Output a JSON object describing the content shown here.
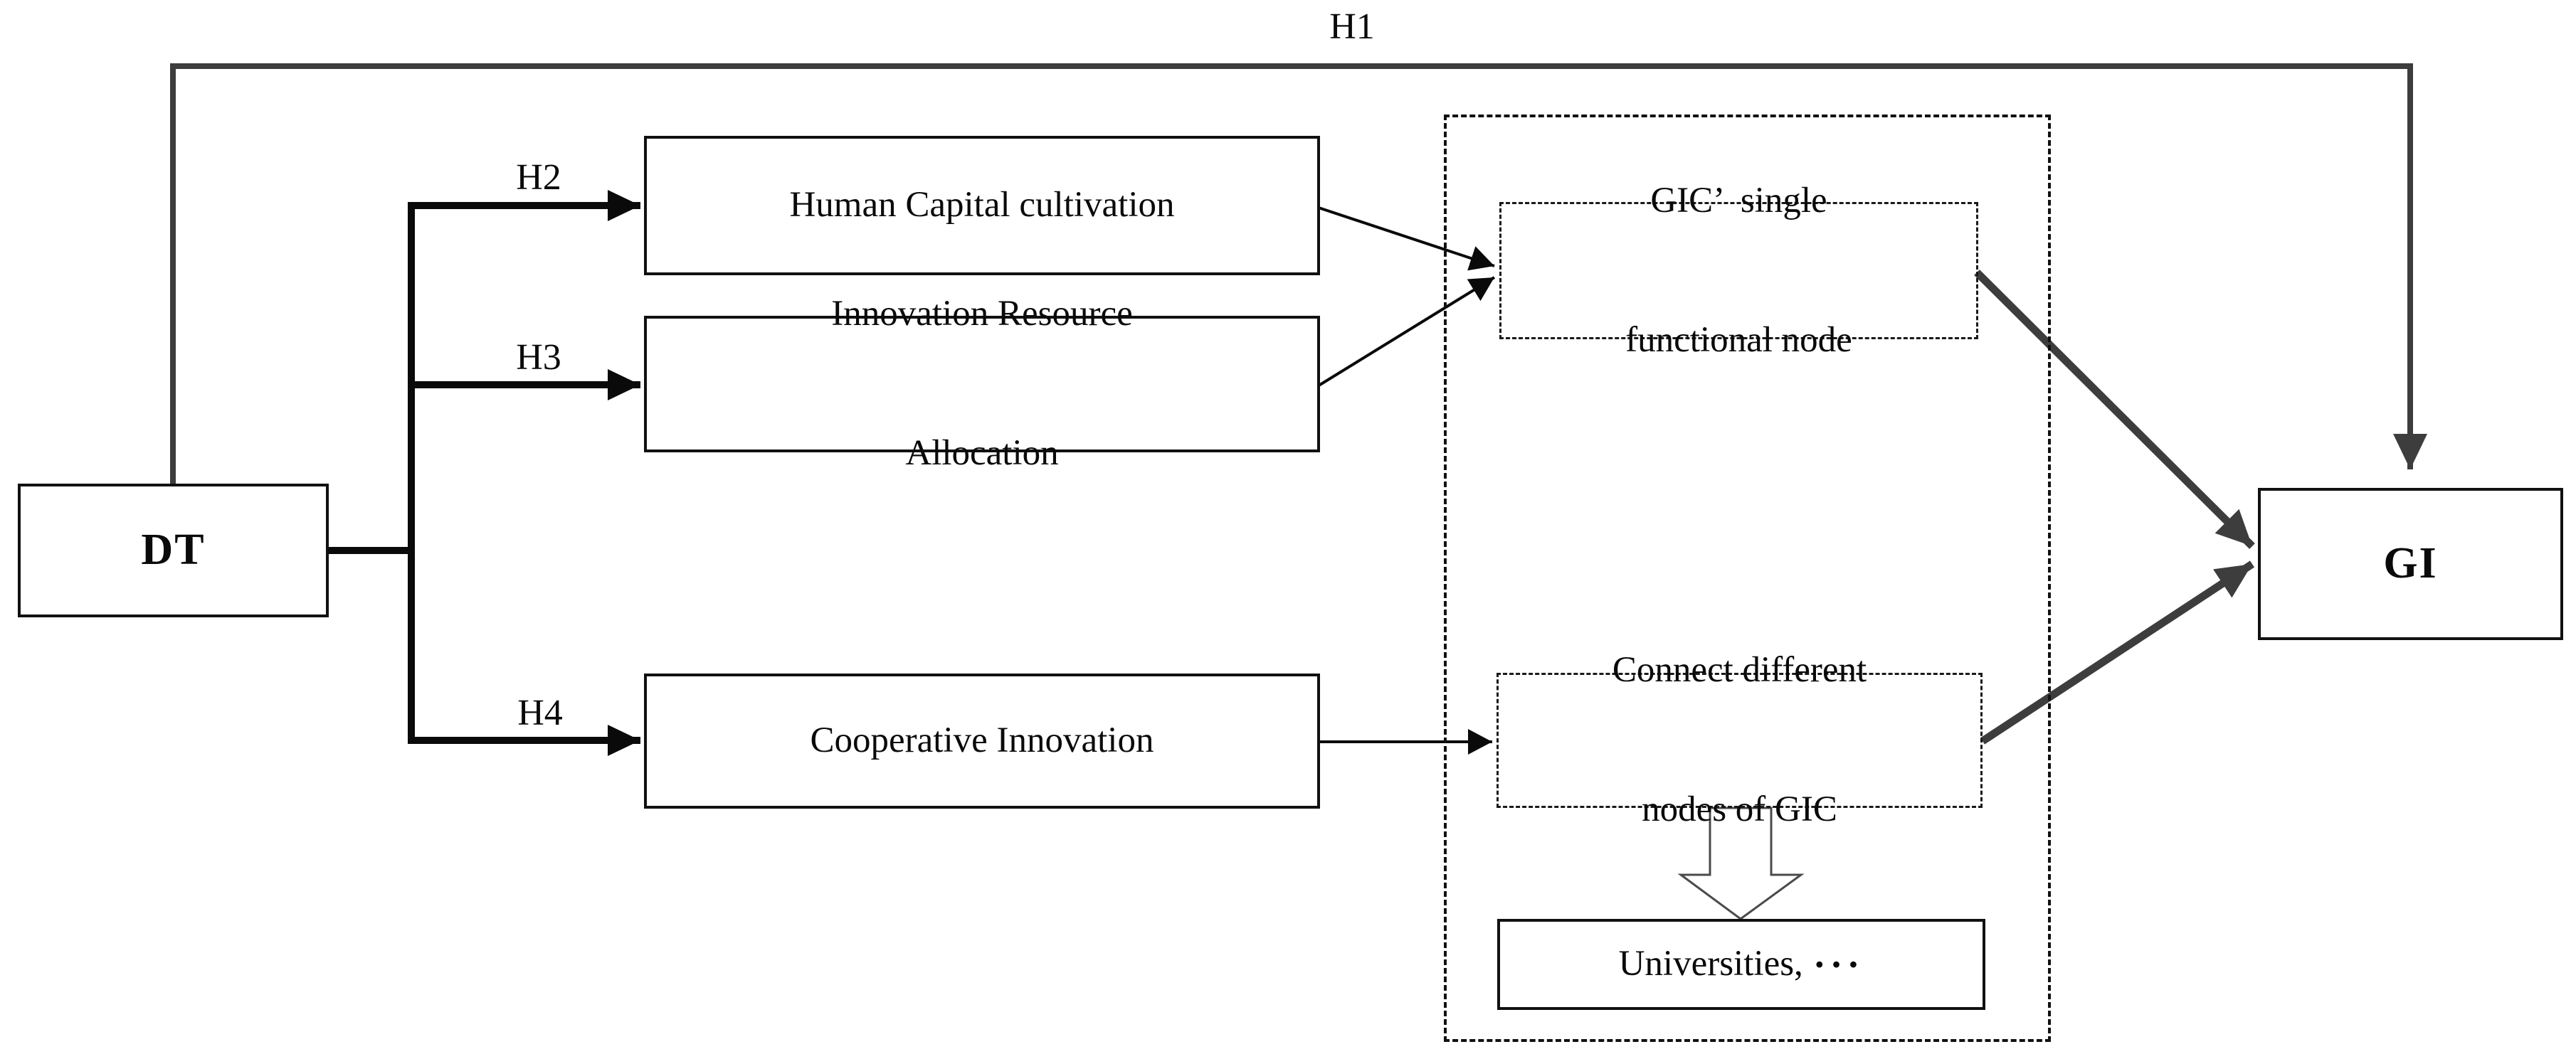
{
  "nodes": {
    "dt": {
      "label": "DT"
    },
    "gi": {
      "label": "GI"
    },
    "human_capital": {
      "label": "Human Capital cultivation"
    },
    "innovation_resource": {
      "line1": "Innovation Resource",
      "line2": "Allocation"
    },
    "cooperative": {
      "label": "Cooperative Innovation"
    },
    "gic_single": {
      "line1": "GIC’  single",
      "line2": "functional node"
    },
    "connect_nodes": {
      "line1": "Connect different",
      "line2": "nodes of GIC"
    },
    "universities": {
      "label": "Universities,",
      "ellipsis": "···"
    }
  },
  "hypotheses": {
    "h1": "H1",
    "h2": "H2",
    "h3": "H3",
    "h4": "H4"
  },
  "colors": {
    "black_line": "#0a0a0a",
    "dark_gray_line": "#3d3d3d",
    "block_arrow_outline": "#4a4a4a",
    "background": "#ffffff"
  }
}
